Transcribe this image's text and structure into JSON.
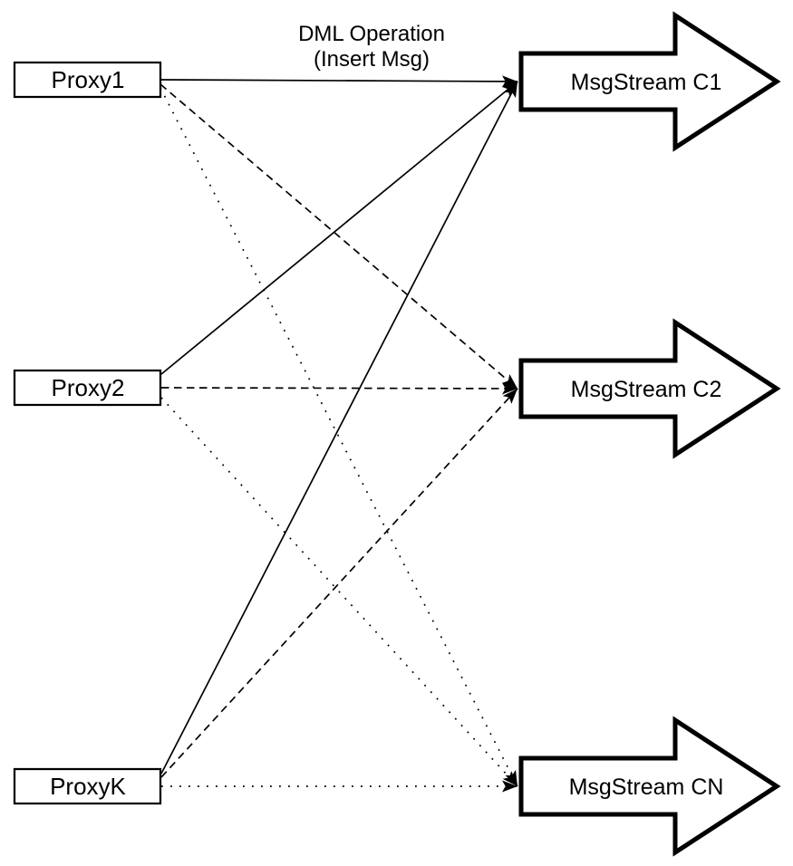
{
  "diagram": {
    "colors": {
      "ink": "#000000",
      "paper": "#ffffff"
    },
    "annotation": {
      "line1": "DML Operation",
      "line2": "(Insert Msg)"
    },
    "proxies": [
      {
        "id": "proxy1",
        "label": "Proxy1"
      },
      {
        "id": "proxy2",
        "label": "Proxy2"
      },
      {
        "id": "proxyK",
        "label": "ProxyK"
      }
    ],
    "streams": [
      {
        "id": "c1",
        "label": "MsgStream C1",
        "incoming_line_style": "solid"
      },
      {
        "id": "c2",
        "label": "MsgStream C2",
        "incoming_line_style": "dashed"
      },
      {
        "id": "cn",
        "label": "MsgStream CN",
        "incoming_line_style": "dotted"
      }
    ],
    "connections": [
      {
        "from": "proxy1",
        "to": "c1",
        "style": "solid"
      },
      {
        "from": "proxy1",
        "to": "c2",
        "style": "dashed"
      },
      {
        "from": "proxy1",
        "to": "cn",
        "style": "dotted"
      },
      {
        "from": "proxy2",
        "to": "c1",
        "style": "solid"
      },
      {
        "from": "proxy2",
        "to": "c2",
        "style": "dashed"
      },
      {
        "from": "proxy2",
        "to": "cn",
        "style": "dotted"
      },
      {
        "from": "proxyK",
        "to": "c1",
        "style": "solid"
      },
      {
        "from": "proxyK",
        "to": "c2",
        "style": "dashed"
      },
      {
        "from": "proxyK",
        "to": "cn",
        "style": "dotted"
      }
    ]
  }
}
